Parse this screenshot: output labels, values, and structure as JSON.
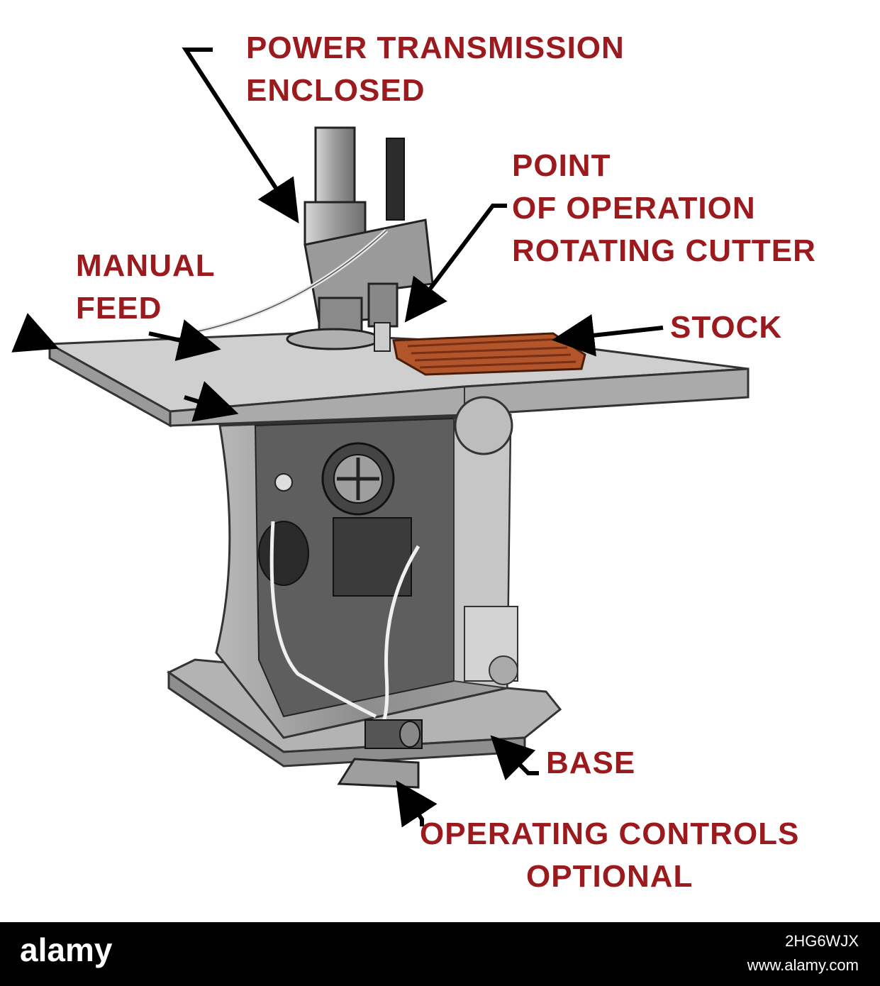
{
  "labels": {
    "power_transmission": [
      "POWER TRANSMISSION",
      "ENCLOSED"
    ],
    "point_of_operation": [
      "POINT",
      "OF OPERATION",
      "ROTATING CUTTER"
    ],
    "manual_feed": [
      "MANUAL",
      "FEED"
    ],
    "stock": "STOCK",
    "base": "BASE",
    "operating_controls": [
      "OPERATING CONTROLS",
      "OPTIONAL"
    ]
  },
  "footer": {
    "logo": "alamy",
    "image_id": "2HG6WJX",
    "site": "www.alamy.com"
  },
  "colors": {
    "label_text": "#9b1a1e",
    "machine_body": "#a9a9a9",
    "table_top": "#c9c9c9",
    "stock_wood": "#b2552b",
    "footer_bg": "#000000"
  }
}
